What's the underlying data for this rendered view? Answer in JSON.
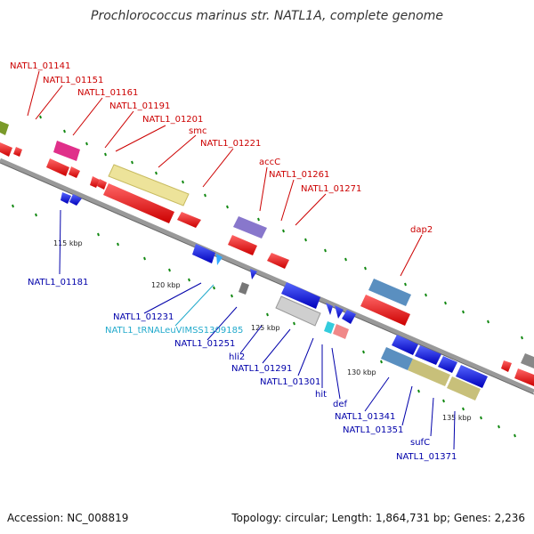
{
  "title": "Prochlorococcus marinus str. NATL1A, complete genome",
  "footer": {
    "accession": "Accession: NC_008819",
    "summary": "Topology: circular; Length: 1,864,731 bp; Genes: 2,236"
  },
  "scale_labels": [
    "115 kbp",
    "120 kbp",
    "125 kbp",
    "130 kbp",
    "135 kbp"
  ],
  "top_labels": [
    {
      "text": "NATL1_01141",
      "color": "red"
    },
    {
      "text": "NATL1_01151",
      "color": "red"
    },
    {
      "text": "NATL1_01161",
      "color": "red"
    },
    {
      "text": "NATL1_01191",
      "color": "red"
    },
    {
      "text": "NATL1_01201",
      "color": "red"
    },
    {
      "text": "smc",
      "color": "red"
    },
    {
      "text": "NATL1_01221",
      "color": "red"
    },
    {
      "text": "accC",
      "color": "red"
    },
    {
      "text": "NATL1_01261",
      "color": "red"
    },
    {
      "text": "NATL1_01271",
      "color": "red"
    },
    {
      "text": "dap2",
      "color": "red"
    }
  ],
  "bottom_labels": [
    {
      "text": "NATL1_01181",
      "color": "blue"
    },
    {
      "text": "NATL1_01231",
      "color": "blue"
    },
    {
      "text": "NATL1_tRNALeuVIMSS1309185",
      "color": "cyan"
    },
    {
      "text": "NATL1_01251",
      "color": "blue"
    },
    {
      "text": "hli2",
      "color": "blue"
    },
    {
      "text": "NATL1_01291",
      "color": "blue"
    },
    {
      "text": "NATL1_01301",
      "color": "blue"
    },
    {
      "text": "hit",
      "color": "blue"
    },
    {
      "text": "def",
      "color": "blue"
    },
    {
      "text": "NATL1_01341",
      "color": "blue"
    },
    {
      "text": "NATL1_01351",
      "color": "blue"
    },
    {
      "text": "sufC",
      "color": "blue"
    },
    {
      "text": "NATL1_01371",
      "color": "blue"
    }
  ],
  "colors": {
    "forward_strand": "#e60000",
    "reverse_strand": "#0000dd",
    "genome_line": "#888888",
    "tick_green": "#118811",
    "label_red": "#cc0000",
    "label_blue": "#0000aa",
    "label_cyan": "#22aacc"
  }
}
